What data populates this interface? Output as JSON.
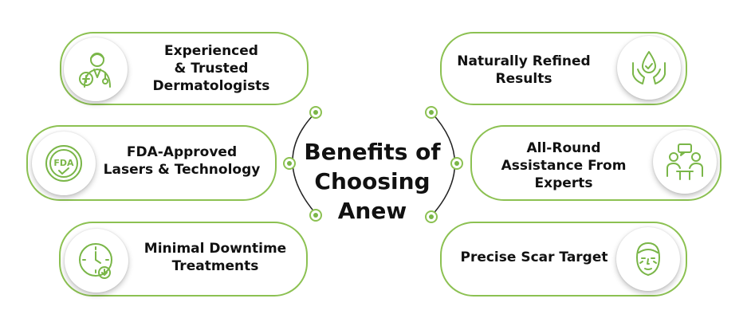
{
  "title_lines": [
    "Benefits of",
    "Choosing",
    "Anew"
  ],
  "benefits": {
    "dermatologists": {
      "lines": [
        "Experienced",
        "& Trusted",
        "Dermatologists"
      ],
      "icon": "doctor-icon"
    },
    "fda": {
      "lines": [
        "FDA-Approved",
        "Lasers & Technology"
      ],
      "icon": "fda-badge-icon",
      "badge_text": "FDA"
    },
    "downtime": {
      "lines": [
        "Minimal Downtime",
        "Treatments"
      ],
      "icon": "clock-icon"
    },
    "results": {
      "lines": [
        "Naturally Refined",
        "Results"
      ],
      "icon": "hands-drop-icon"
    },
    "assistance": {
      "lines": [
        "All-Round",
        "Assistance From",
        "Experts"
      ],
      "icon": "consultation-icon"
    },
    "scar": {
      "lines": [
        "Precise Scar Target"
      ],
      "icon": "face-icon"
    }
  },
  "colors": {
    "accent": "#8cc152",
    "icon": "#7ab648",
    "text": "#111111",
    "background": "#ffffff"
  }
}
